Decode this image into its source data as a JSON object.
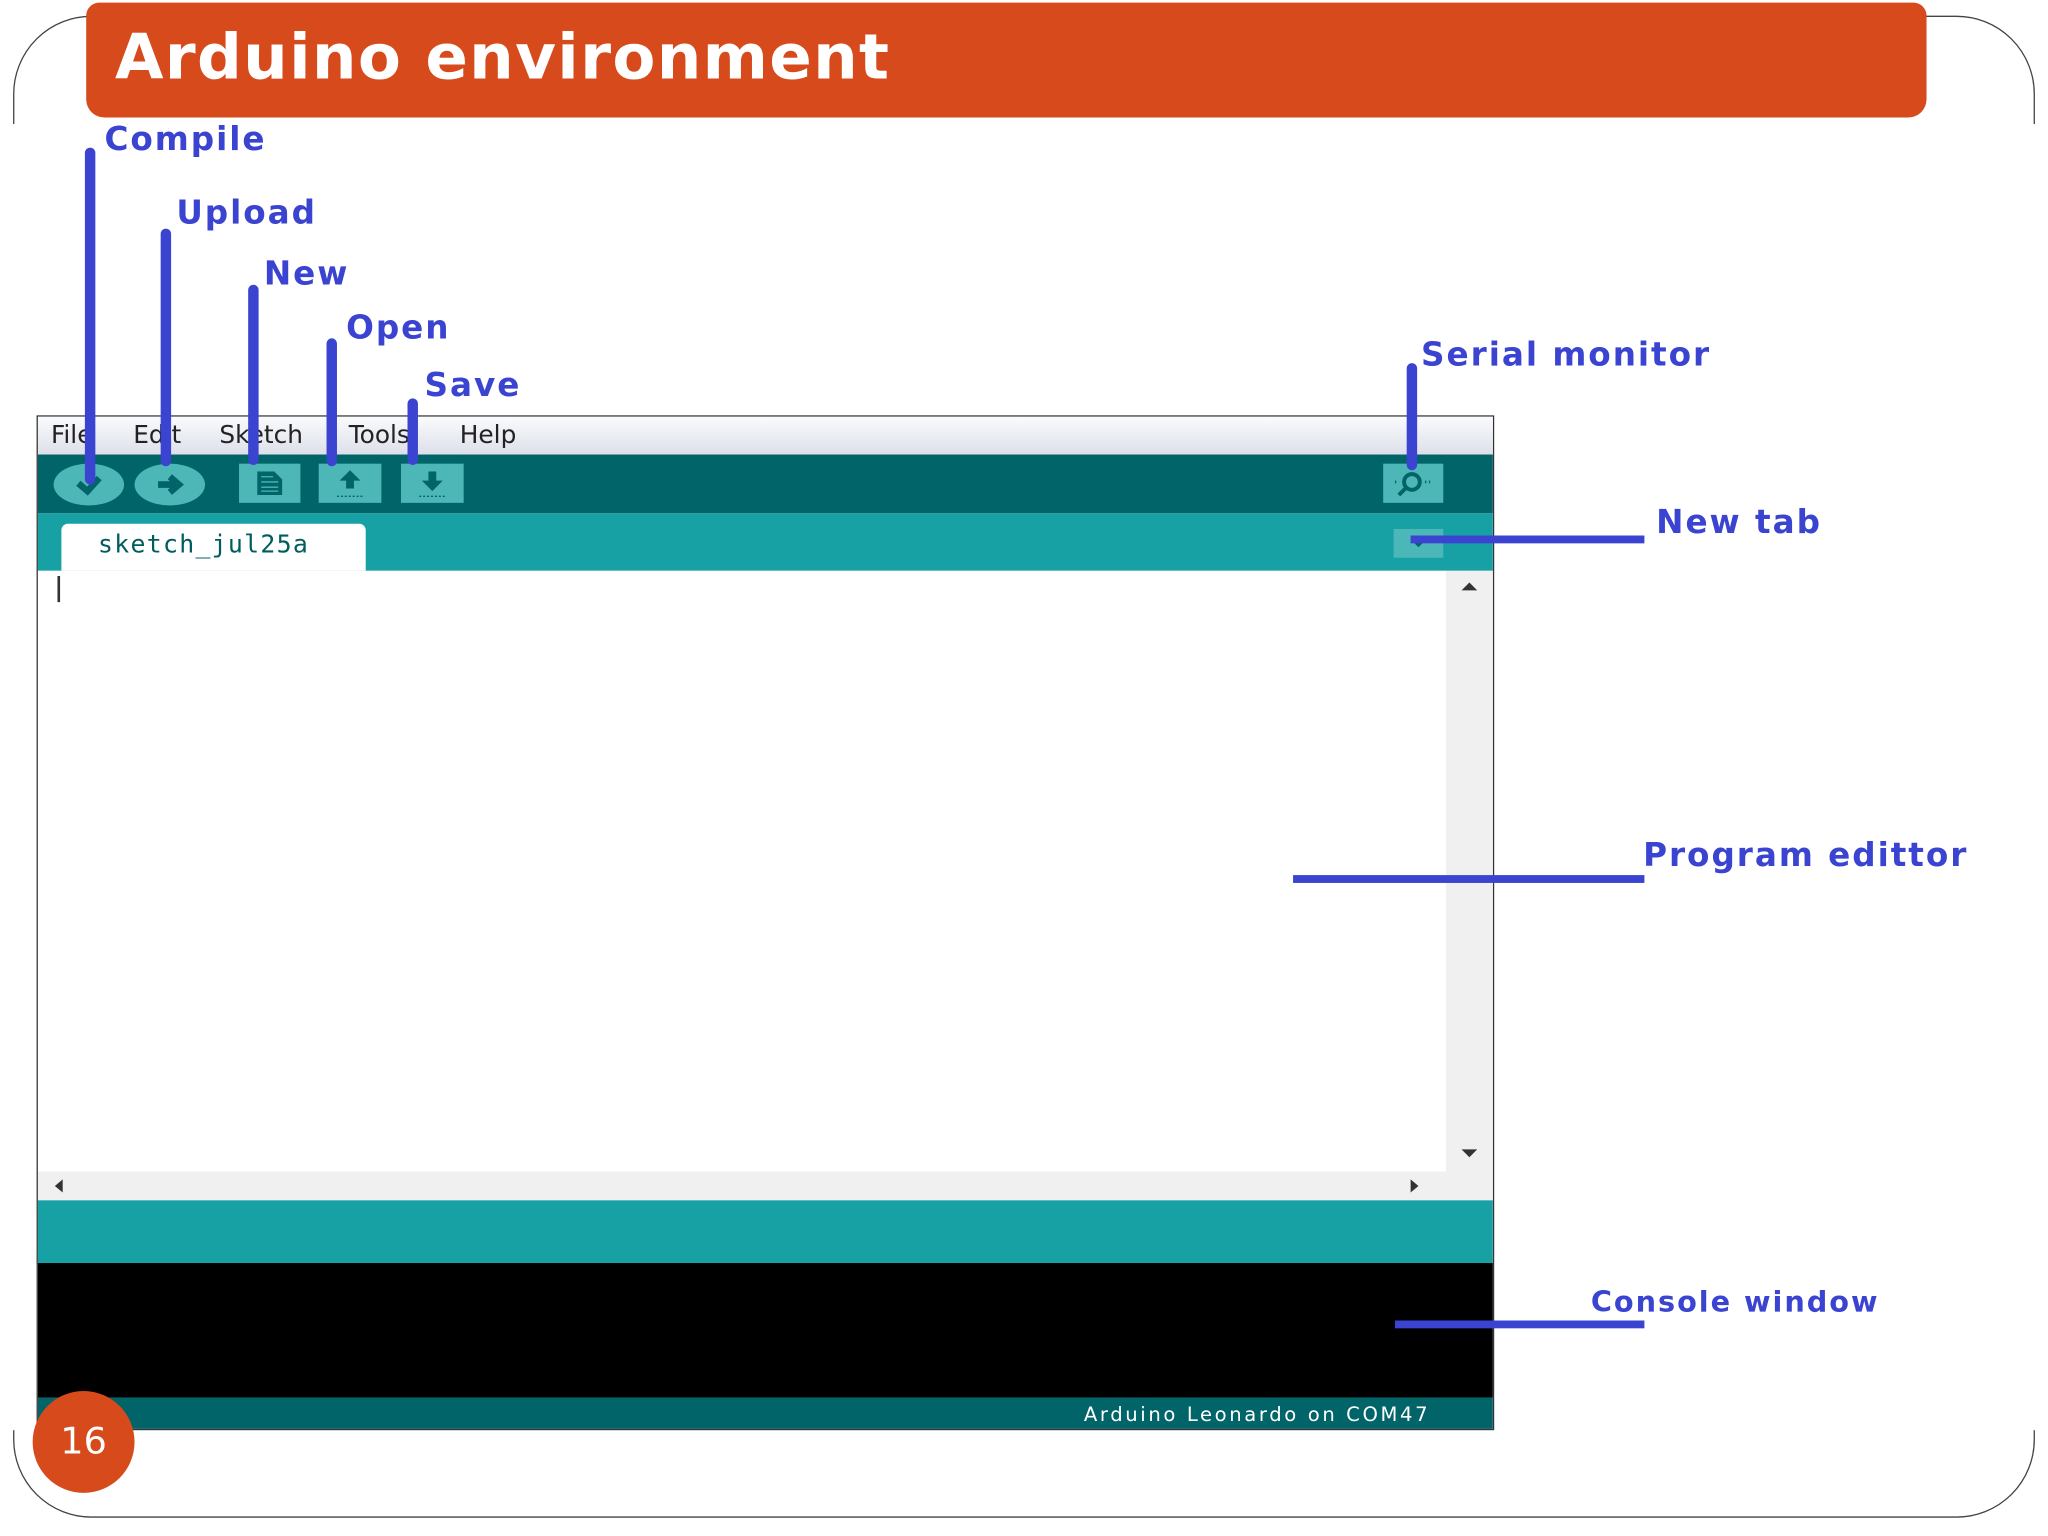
{
  "slide": {
    "title": "Arduino environment",
    "page_number": "16",
    "accent_color": "#d64a1c",
    "annotation_color": "#3a44d0"
  },
  "annotations": {
    "compile": "Compile",
    "upload": "Upload",
    "new": "New",
    "open": "Open",
    "save": "Save",
    "serial_monitor": "Serial monitor",
    "new_tab": "New tab",
    "program_editor": "Program edittor",
    "console_window": "Console window"
  },
  "ide": {
    "menu": [
      "File",
      "Edit",
      "Sketch",
      "Tools",
      "Help"
    ],
    "toolbar_icons": [
      "check-icon",
      "arrow-right-icon",
      "new-file-icon",
      "upload-arrow-icon",
      "download-arrow-icon",
      "magnifier-icon"
    ],
    "tab_name": "sketch_jul25a",
    "board_status": "Arduino Leonardo on COM47",
    "colors": {
      "toolbar": "#006468",
      "tabbar": "#17a1a5",
      "console": "#000000"
    }
  }
}
